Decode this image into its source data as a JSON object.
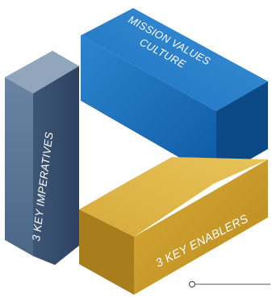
{
  "blocks": {
    "top": {
      "line1": "MISSION VALUES",
      "line2": "CULTURE"
    },
    "left": {
      "label": "3 KEY IMPERATIVES"
    },
    "bottom": {
      "label": "3 KEY ENABLERS"
    }
  },
  "colors": {
    "blue_top": "#2f81c9",
    "blue_front": "#1467b4",
    "blue_side": "#0c4f8e",
    "slate_top": "#8fa3ba",
    "slate_front": "#5c7897",
    "slate_side": "#3b5373",
    "gold_top": "#ddb545",
    "gold_front": "#c99b2a",
    "gold_side": "#a47d1c",
    "connector": "#555555"
  }
}
